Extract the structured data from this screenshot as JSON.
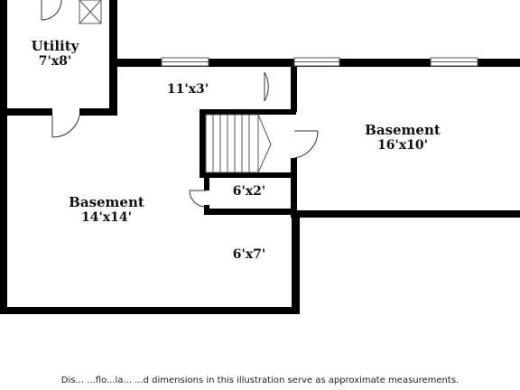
{
  "rooms": [
    {
      "name": "Utility",
      "dims": "7'x8'"
    },
    {
      "name": "",
      "dims": "11'x3'"
    },
    {
      "name": "Basement",
      "dims": "16'x10'"
    },
    {
      "name": "Basement",
      "dims": "14'x14'"
    },
    {
      "name": "",
      "dims": "6'x2'"
    },
    {
      "name": "",
      "dims": "6'x7'"
    }
  ],
  "disclaimer": "Dis... ...flo...la... ...d dimensions in this illustration serve as approximate measurements.",
  "colors": {
    "wall": "#000000",
    "background": "#ffffff"
  }
}
